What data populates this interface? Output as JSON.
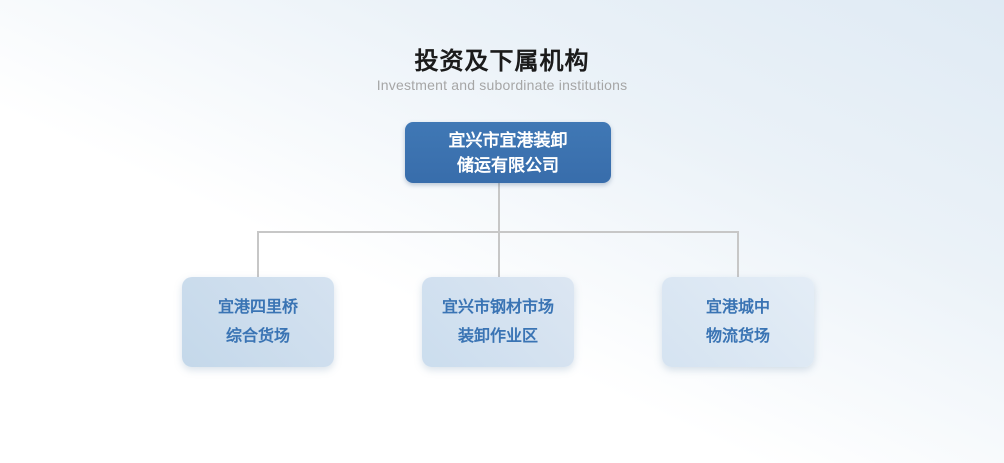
{
  "header": {
    "title": "投资及下属机构",
    "subtitle": "Investment and subordinate institutions"
  },
  "org_chart": {
    "type": "org-tree",
    "root": {
      "line1": "宜兴市宜港装卸",
      "line2": "储运有限公司"
    },
    "children": [
      {
        "line1": "宜港四里桥",
        "line2": "综合货场"
      },
      {
        "line1": "宜兴市钢材市场",
        "line2": "装卸作业区"
      },
      {
        "line1": "宜港城中",
        "line2": "物流货场"
      }
    ]
  },
  "colors": {
    "background_top": "#dfeaf4",
    "background_bottom": "#ffffff",
    "root_node_bg": "#3b72ae",
    "root_node_text": "#ffffff",
    "child_node_bg_1": "#c9dbec",
    "child_node_bg_2": "#d1e0ef",
    "child_node_bg_3": "#dbe7f3",
    "child_node_text": "#3a74b4",
    "connector_line": "#c7c7c7",
    "title_text": "#1b1b1b",
    "subtitle_text": "#a6a6a6"
  }
}
